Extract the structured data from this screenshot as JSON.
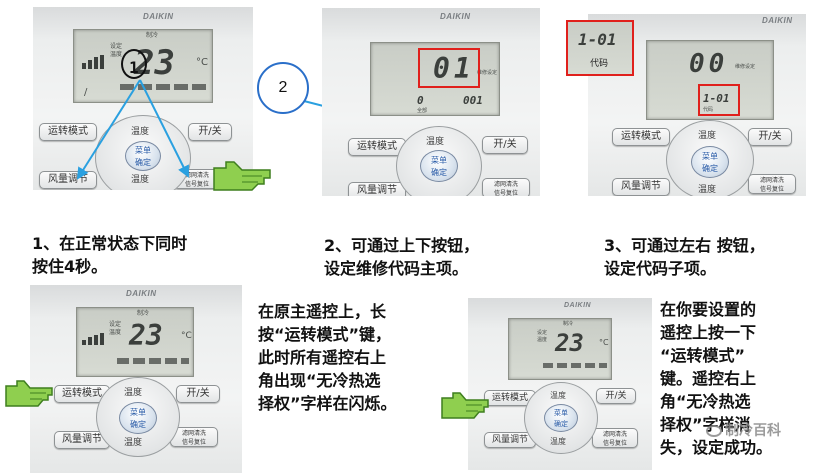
{
  "brand": "DAIKIN",
  "buttons": {
    "mode": "运转模式",
    "onoff": "开/关",
    "temp": "温度",
    "menu_line1": "菜单",
    "menu_line2": "确定",
    "fan": "风量调节",
    "reset_line1": "滤网清洗",
    "reset_line2": "信号复位"
  },
  "panels": {
    "p1": {
      "mode_text": "制冷",
      "set_line1": "设定",
      "set_line2": "温度",
      "temp": "23",
      "unit": "°C",
      "overlay_number": "1",
      "sub_left": "/"
    },
    "p2": {
      "top_code": "01",
      "top_small": "维修设定",
      "bottom_left": "0",
      "bottom_mid": "001",
      "bottom_small": "全部",
      "circle_label": "2"
    },
    "p3": {
      "top_code": "00",
      "top_small": "维修设定",
      "sub_code": "1-01",
      "sub_small": "代码",
      "zoom_code": "1-01",
      "zoom_label": "代码"
    },
    "p4": {
      "mode_text": "制冷",
      "set_line1": "设定",
      "set_line2": "温度",
      "temp": "23",
      "unit": "°C"
    },
    "p5": {
      "mode_text": "制冷",
      "set_line1": "设定",
      "set_line2": "温度",
      "temp": "23",
      "unit": "°C"
    }
  },
  "captions": {
    "c1": [
      "1、在正常状态下同时",
      "按住4秒。"
    ],
    "c2": [
      "2、可通过上下按钮，",
      "设定维修代码主项。"
    ],
    "c3": [
      "3、可通过左右 按钮，",
      "设定代码子项。"
    ]
  },
  "notes": {
    "n1": [
      "在原主遥控上，长",
      "按“运转模式”键，",
      "此时所有遥控右上",
      "角出现“无冷热选",
      "择权”字样在闪烁。"
    ],
    "n2": [
      "在你要设置的",
      "遥控上按一下",
      "“运转模式”",
      "键。遥控右上",
      "角“无冷热选",
      "择权”字样消",
      "失，设定成功。"
    ]
  },
  "watermark": "制冷百科",
  "colors": {
    "red": "#e0201c",
    "blue_arrow": "#2aa0e0",
    "circle_blue": "#2a6fc9",
    "hand_green": "#7fbf3f"
  }
}
